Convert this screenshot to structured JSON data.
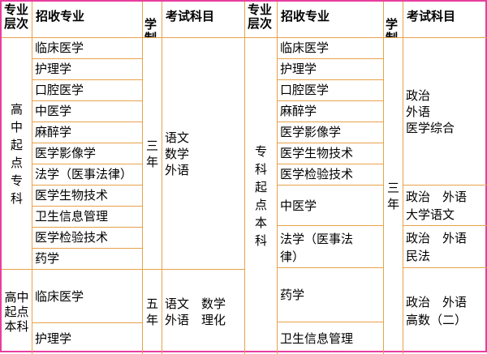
{
  "headers": {
    "level": "专业\n层次",
    "major": "招收专业",
    "duration": "学\n制",
    "subjects": "考试科目"
  },
  "left": {
    "groups": [
      {
        "level": "高\n中\n起\n点\n专\n科",
        "duration": "三\n年",
        "subjects": "语文\n数学\n外语",
        "majors": [
          "临床医学",
          "护理学",
          "口腔医学",
          "中医学",
          "麻醉学",
          "医学影像学",
          "法学（医事法律）",
          "医学生物技术",
          "卫生信息管理",
          "医学检验技术",
          "药学"
        ]
      },
      {
        "level": "高中\n起点\n本科",
        "duration": "五\n年",
        "subjects": "语文　数学\n外语　理化",
        "majors": [
          "临床医学",
          "护理学"
        ]
      }
    ]
  },
  "right": {
    "level": "专\n科\n起\n点\n本\n科",
    "duration": "三\n年",
    "majors": [
      "临床医学",
      "护理学",
      "口腔医学",
      "麻醉学",
      "医学影像学",
      "医学生物技术",
      "医学检验技术",
      "中医学",
      "法学（医事法\n律）",
      "药学",
      "卫生信息管理"
    ],
    "subjects": [
      "政治\n外语\n医学综合",
      "政治　外语\n大学语文",
      "政治　外语\n民法",
      "政治　外语\n高数（二）"
    ]
  }
}
